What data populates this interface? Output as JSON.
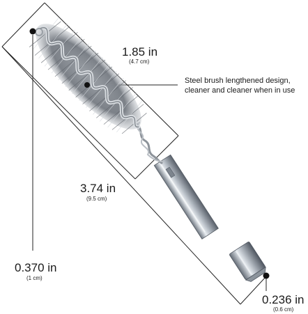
{
  "brush_length": {
    "value": "1.85 in",
    "metric": "(4.7 cm)"
  },
  "total_length": {
    "value": "3.74 in",
    "metric": "(9.5 cm)"
  },
  "brush_diameter": {
    "value": "0.370 in",
    "metric": "(1 cm)"
  },
  "shank_size": {
    "value": "0.236 in",
    "metric": "(0.6 cm)"
  },
  "feature_note": {
    "line1": "Steel brush lengthened design,",
    "line2": "cleaner and cleaner when in use"
  }
}
